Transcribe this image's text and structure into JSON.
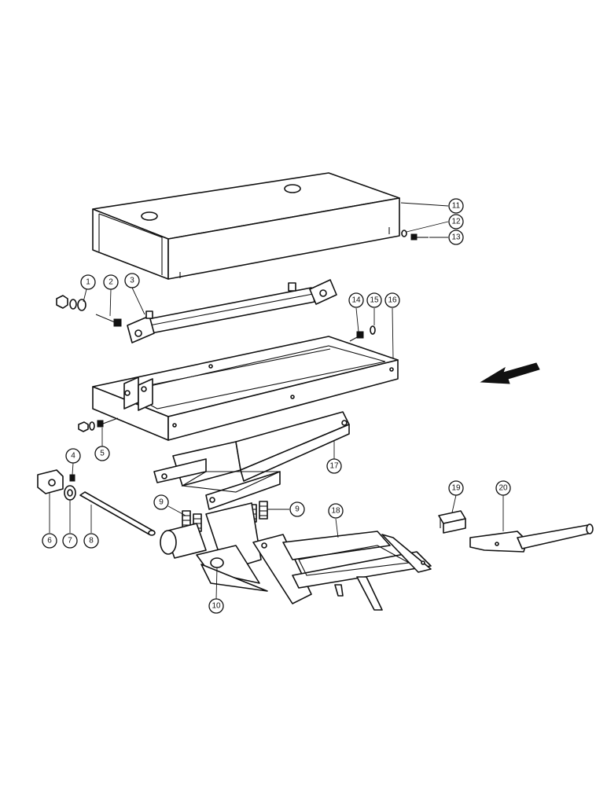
{
  "callouts": [
    "1",
    "2",
    "3",
    "4",
    "5",
    "6",
    "7",
    "8",
    "9",
    "9",
    "10",
    "11",
    "12",
    "13",
    "14",
    "15",
    "16",
    "17",
    "18",
    "19",
    "20"
  ],
  "icons": {
    "direction": "arrow-left-down-icon"
  },
  "colors": {
    "line": "#111111",
    "background": "#ffffff"
  }
}
